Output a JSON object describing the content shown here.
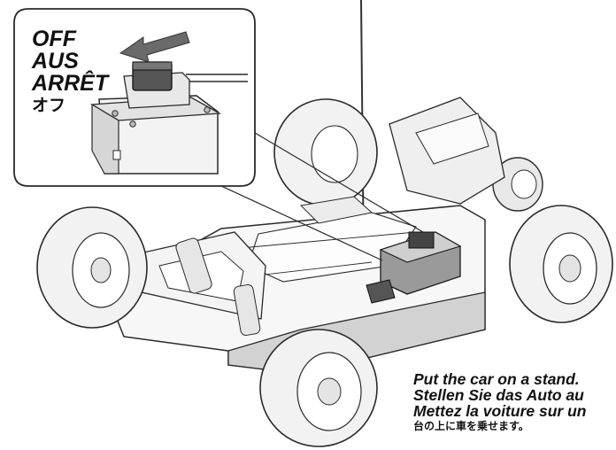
{
  "inset": {
    "label_en": "OFF",
    "label_de": "AUS",
    "label_fr": "ARRÊT",
    "label_ja": "オフ"
  },
  "caption": {
    "line_en": "Put the car on a stand.",
    "line_de": "Stellen Sie das Auto au",
    "line_fr": "Mettez la voiture sur un",
    "line_ja": "台の上に車を乗せます。"
  },
  "colors": {
    "line": "#2a2a2a",
    "body_gray": "#d0d0d0",
    "dark_gray": "#555555",
    "tire": "#f2f2f2"
  },
  "icons": [
    "arrow-left-icon",
    "power-switch-icon",
    "rc-car-illustration"
  ]
}
